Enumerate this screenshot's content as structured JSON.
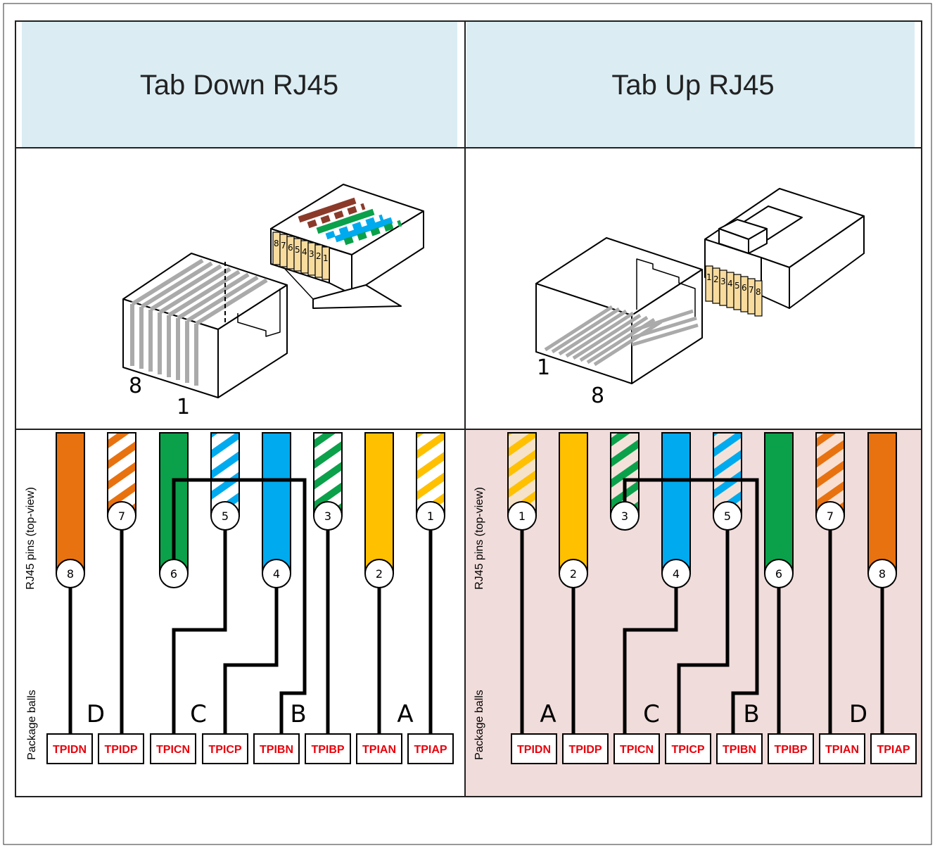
{
  "left": {
    "title": "Tab Down RJ45",
    "jack_pin_low": "1",
    "jack_pin_high": "8",
    "plug_contact_numbers": [
      "8",
      "7",
      "6",
      "5",
      "4",
      "3",
      "2",
      "1"
    ],
    "pin_axis_label": "RJ45 pins (top-view)",
    "ball_axis_label": "Package balls",
    "pins": [
      "8",
      "7",
      "6",
      "5",
      "4",
      "3",
      "2",
      "1"
    ],
    "pairs": [
      "D",
      "C",
      "B",
      "A"
    ],
    "balls": [
      "TPIDN",
      "TPIDP",
      "TPICN",
      "TPICP",
      "TPIBN",
      "TPIBP",
      "TPIAN",
      "TPIAP"
    ]
  },
  "right": {
    "title": "Tab Up RJ45",
    "jack_pin_low": "1",
    "jack_pin_high": "8",
    "plug_contact_numbers": [
      "1",
      "2",
      "3",
      "4",
      "5",
      "6",
      "7",
      "8"
    ],
    "pin_axis_label": "RJ45 pins (top-view)",
    "ball_axis_label": "Package balls",
    "pins": [
      "1",
      "2",
      "3",
      "4",
      "5",
      "6",
      "7",
      "8"
    ],
    "pairs": [
      "A",
      "C",
      "B",
      "D"
    ],
    "balls": [
      "TPIDN",
      "TPIDP",
      "TPICN",
      "TPICP",
      "TPIBN",
      "TPIBP",
      "TPIAN",
      "TPIAP"
    ]
  },
  "colors": {
    "header_bg": "#dbedf3",
    "right_bottom_bg": "#f0dcda",
    "orange": "#e8720f",
    "green": "#0aa14a",
    "blue": "#00aaee",
    "amber": "#ffc000",
    "brown": "#8b3a2a",
    "contact": "#f8dc9e",
    "ball_text": "#e8000b"
  }
}
